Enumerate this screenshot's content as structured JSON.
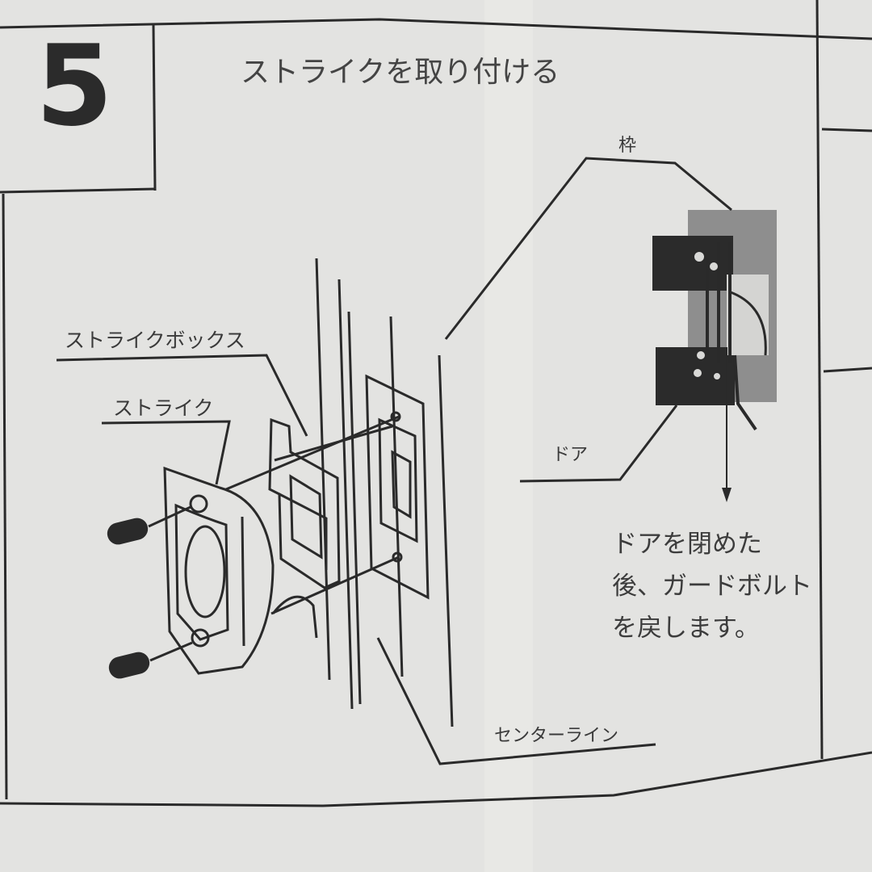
{
  "step": {
    "number": "5",
    "title": "ストライクを取り付ける"
  },
  "labels": {
    "frame": "枠",
    "strike_box": "ストライクボックス",
    "strike": "ストライク",
    "door": "ドア",
    "center_line": "センターライン"
  },
  "note": {
    "line1": "ドアを閉めた",
    "line2": "後、ガードボルト",
    "line3": "を戻します。"
  },
  "colors": {
    "paper": "#e4e4e2",
    "ink": "#2a2a2a",
    "frame_shade": "#8e8e8e"
  }
}
